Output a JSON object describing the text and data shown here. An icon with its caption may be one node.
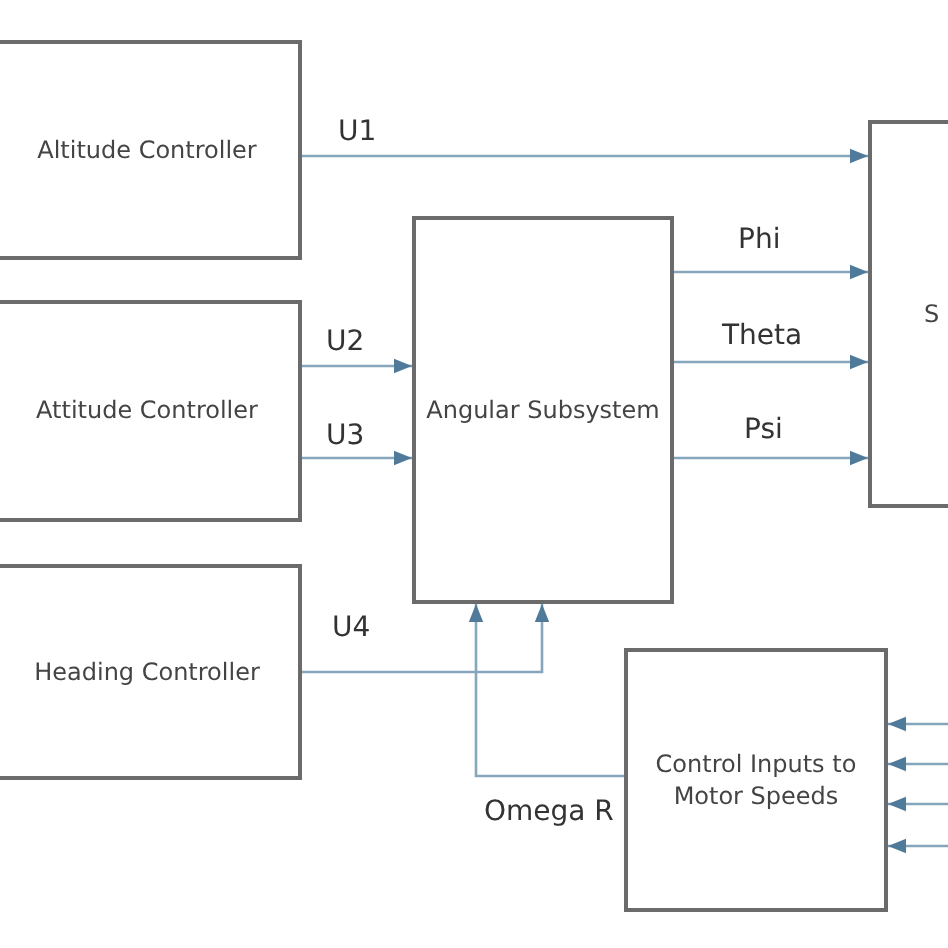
{
  "diagram": {
    "nodes": [
      {
        "text": [
          "Altitude Controller"
        ]
      },
      {
        "text": [
          "Attitude Controller"
        ]
      },
      {
        "text": [
          "Heading Controller"
        ]
      },
      {
        "text": [
          "Angular Subsystem"
        ]
      },
      {
        "text": [
          "S"
        ]
      },
      {
        "text": [
          "Control Inputs to Motor Speeds"
        ]
      }
    ],
    "edges": [
      {
        "from": 0,
        "to": 4,
        "arrow": "to",
        "label": "U1"
      },
      {
        "from": 1,
        "to": 3,
        "arrow": "to",
        "label": "U2"
      },
      {
        "from": 1,
        "to": 3,
        "arrow": "to",
        "label": "U3"
      },
      {
        "from": 2,
        "to": 3,
        "arrow": "to",
        "label": "U4"
      },
      {
        "from": 3,
        "to": 4,
        "arrow": "to",
        "label": "Phi"
      },
      {
        "from": 3,
        "to": 4,
        "arrow": "to",
        "label": "Theta"
      },
      {
        "from": 3,
        "to": 4,
        "arrow": "to",
        "label": "Psi"
      },
      {
        "from": 5,
        "to": 3,
        "arrow": "to",
        "label": "Omega R"
      },
      {
        "from": null,
        "to": 5,
        "arrow": "to"
      },
      {
        "from": null,
        "to": 5,
        "arrow": "to"
      },
      {
        "from": null,
        "to": 5,
        "arrow": "to"
      },
      {
        "from": null,
        "to": 5,
        "arrow": "to"
      }
    ]
  }
}
